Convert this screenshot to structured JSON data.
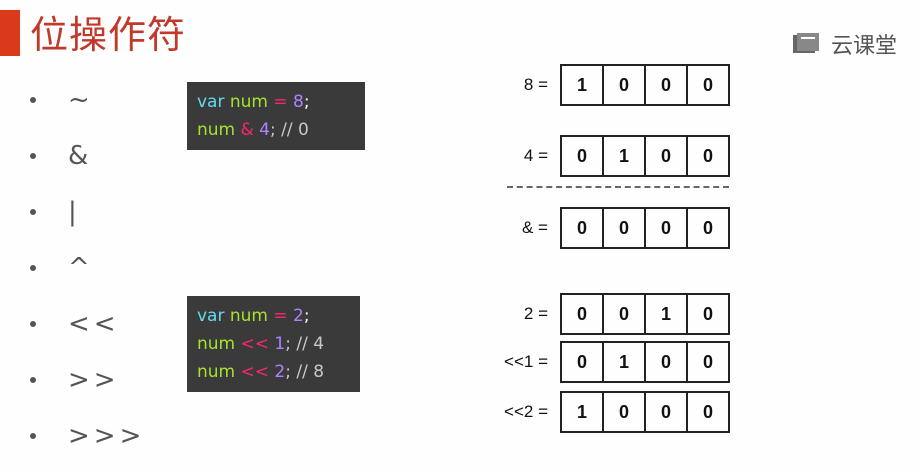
{
  "title": "位操作符",
  "brand": {
    "name": "云课堂",
    "icon": "book-icon"
  },
  "bullets": [
    "~",
    "&",
    "|",
    "^",
    "<<",
    ">>",
    ">>>"
  ],
  "code1": [
    [
      {
        "t": "var",
        "c": "kw"
      },
      {
        "t": " num",
        "c": "id"
      },
      {
        "t": " =",
        "c": "op"
      },
      {
        "t": " 8",
        "c": "num"
      },
      {
        "t": ";",
        "c": "pn"
      }
    ],
    [
      {
        "t": "num",
        "c": "id"
      },
      {
        "t": " &",
        "c": "op"
      },
      {
        "t": " 4",
        "c": "num"
      },
      {
        "t": "; // 0",
        "c": "cm"
      }
    ]
  ],
  "code2": [
    [
      {
        "t": "var",
        "c": "kw"
      },
      {
        "t": " num",
        "c": "id"
      },
      {
        "t": " =",
        "c": "op"
      },
      {
        "t": " 2",
        "c": "num"
      },
      {
        "t": ";",
        "c": "pn"
      }
    ],
    [
      {
        "t": "num",
        "c": "id"
      },
      {
        "t": " <<",
        "c": "op"
      },
      {
        "t": " 1",
        "c": "num"
      },
      {
        "t": "; // 4",
        "c": "cm"
      }
    ],
    [
      {
        "t": "num",
        "c": "id"
      },
      {
        "t": " <<",
        "c": "op"
      },
      {
        "t": " 2",
        "c": "num"
      },
      {
        "t": "; // 8",
        "c": "cm"
      }
    ]
  ],
  "rows": [
    {
      "label": "8 =",
      "bits": [
        "1",
        "0",
        "0",
        "0"
      ]
    },
    {
      "label": "4 =",
      "bits": [
        "0",
        "1",
        "0",
        "0"
      ]
    },
    {
      "label": "& =",
      "bits": [
        "0",
        "0",
        "0",
        "0"
      ]
    },
    {
      "label": "2 =",
      "bits": [
        "0",
        "0",
        "1",
        "0"
      ]
    },
    {
      "label": "<<1 =",
      "bits": [
        "0",
        "1",
        "0",
        "0"
      ]
    },
    {
      "label": "<<2 =",
      "bits": [
        "1",
        "0",
        "0",
        "0"
      ]
    }
  ]
}
